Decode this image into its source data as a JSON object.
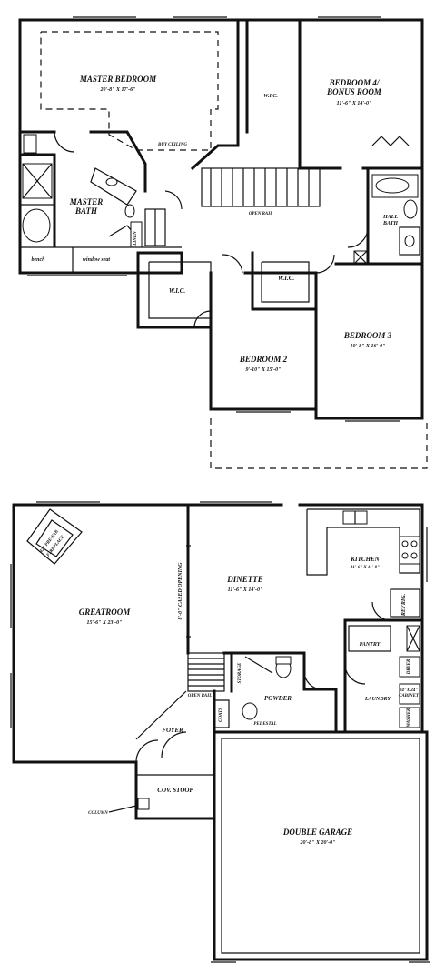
{
  "upper_floor": {
    "master_bedroom": {
      "name": "MASTER BEDROOM",
      "size": "20'-8\" X 17'-6\""
    },
    "buy_ceiling": "BUY CEILING",
    "wic_master": "W.I.C.",
    "bonus_room": {
      "name_line1": "BEDROOM 4/",
      "name_line2": "BONUS ROOM",
      "size": "11'-6\" X 14'-0\""
    },
    "master_bath": {
      "line1": "MASTER",
      "line2": "BATH"
    },
    "open_rail": "OPEN RAIL",
    "hall_bath": {
      "line1": "HALL",
      "line2": "BATH"
    },
    "linen": "LINEN",
    "bench": "bench",
    "window_seat": "window seat",
    "wic_bed2": "W.I.C.",
    "wic_bed3": "W.I.C.",
    "bedroom2": {
      "name": "BEDROOM 2",
      "size": "9'-10\" X 15'-0\""
    },
    "bedroom3": {
      "name": "BEDROOM 3",
      "size": "10'-8\" X 16'-0\""
    }
  },
  "main_floor": {
    "fireplace": {
      "line1": "42\" PRE-FAB",
      "line2": "FIREPLACE"
    },
    "cased_opening": "8'-0\" CASED OPENING",
    "dinette": {
      "name": "DINETTE",
      "size": "11'-6\" X 14'-0\""
    },
    "kitchen": {
      "name": "KITCHEN",
      "size": "11'-6\" X 11'-0\""
    },
    "refrig": "REFRIG.",
    "pantry": "PANTRY",
    "greatroom": {
      "name": "GREATROOM",
      "size": "15'-6\" X 23'-0\""
    },
    "storage": "STORAGE",
    "open_rail": "OPEN RAIL",
    "coats": "COATS",
    "powder": "POWDER",
    "pedestal": "PEDESTAL",
    "laundry": "LAUNDRY",
    "cabinet": {
      "line1": "24\"X 24\"",
      "line2": "CABINET"
    },
    "dryer": "DRYER",
    "washer": "WASHER",
    "foyer": "FOYER",
    "cov_stoop": "COV. STOOP",
    "column": "COLUMN",
    "garage": {
      "name": "DOUBLE GARAGE",
      "size": "20'-8\" X 20'-0\""
    }
  }
}
